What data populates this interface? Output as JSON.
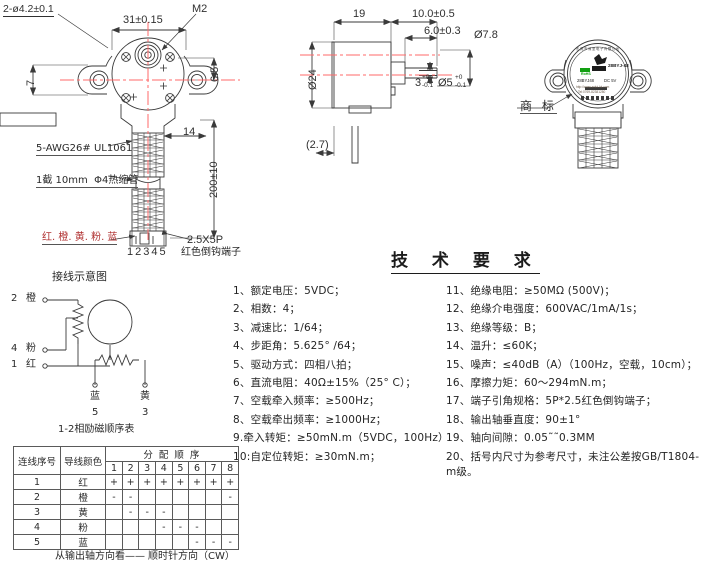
{
  "doc": {
    "kind": "mechanical-drawing",
    "subject": "28BYJ-48 stepper motor outline drawing"
  },
  "front_view": {
    "dim_holes": "2-ø4.2±0.1",
    "dim_m2": "M2",
    "dim_width": "31±0.15",
    "dim_left": "7",
    "dim_right": "6.5",
    "dim_connector_offset": "14",
    "dim_lead_length": "200±10",
    "note_wire": "5-AWG26# UL1061",
    "note_tube": "1截 10mm  Φ4热缩管",
    "note_colors": "红. 橙. 黄. 粉. 蓝",
    "note_terminal_size": "2.5X5P",
    "note_terminal_type": "红色倒钩端子",
    "pin_numbers": "12345"
  },
  "side_view": {
    "dim_body_depth": "19",
    "dim_shaft_total": "10.0±0.5",
    "dim_shaft_flat": "6.0±0.3",
    "dim_boss_dia": "Ø7.8",
    "dim_body_dia": "Ø24",
    "dim_shaft_flat_thk": "3",
    "dim_shaft_flat_tol_up": "+0",
    "dim_shaft_flat_tol_dn": "-0.1",
    "dim_shaft_dia": "Ø5",
    "dim_shaft_dia_tol_up": "+0",
    "dim_shaft_dia_tol_dn": "-0.1",
    "dim_foot": "(2.7)"
  },
  "rear_view": {
    "label_trademark": "商 标",
    "nameplate": {
      "arc_text": "东莞市深里电子有限公司",
      "model": "28BYJ48",
      "voltage": "DC 5V",
      "mark_right": "28BYJ-48",
      "rohs": "RoHS",
      "url": "http://www.xxlut-kk.com",
      "tel": "Tel:0769-82381280"
    }
  },
  "tech_req": {
    "title": "技 术 要 求",
    "items_left": [
      "1、额定电压：5VDC；",
      "2、相数：4；",
      "3、减速比：1/64；",
      "4、步距角：5.625° /64；",
      "5、驱动方式：四相八拍；",
      "6、直流电阻：40Ω±15%（25° C）；",
      "7、空载牵入频率：≥500Hz；",
      "8、空载牵出频率：≥1000Hz；",
      "9.牵入转矩：≥50mN.m（5VDC，100Hz）",
      "10:自定位转矩：≥30mN.m；"
    ],
    "items_right": [
      "11、绝缘电阻：≥50MΩ (500V)；",
      "12、绝缘介电强度：600VAC/1mA/1s；",
      "13、绝缘等级：B；",
      "14、温升：≤60K；",
      "15、噪声：≤40dB（A）（100Hz，空载，10cm）；",
      "16、摩擦力矩：60～294mN.m；",
      "17、端子引角规格：5P*2.5红色倒钩端子；",
      "18、输出轴垂直度：90±1°",
      "19、轴向间隙：0.05˜˜0.3MM",
      "20、括号内尺寸为参考尺寸，未注公差按GB/T1804-m级。"
    ]
  },
  "wiring": {
    "title": "接线示意图",
    "leads": [
      {
        "no": "2",
        "color": "橙"
      },
      {
        "no": "4",
        "color": "粉"
      },
      {
        "no": "1",
        "color": "红"
      }
    ],
    "bottom_leads": [
      {
        "color": "蓝",
        "no": "5"
      },
      {
        "color": "黄",
        "no": "3"
      }
    ]
  },
  "seq_table": {
    "caption": "1-2相励磁顺序表",
    "header_wire_no": "连线序号",
    "header_wire_color": "导线颜色",
    "header_sequence": "分 配 顺 序",
    "steps": [
      "1",
      "2",
      "3",
      "4",
      "5",
      "6",
      "7",
      "8"
    ],
    "rows": [
      {
        "no": "1",
        "color": "红",
        "cells": [
          "+",
          "+",
          "+",
          "+",
          "+",
          "+",
          "+",
          "+"
        ]
      },
      {
        "no": "2",
        "color": "橙",
        "cells": [
          "-",
          "-",
          "",
          "",
          "",
          "",
          "",
          "-"
        ]
      },
      {
        "no": "3",
        "color": "黄",
        "cells": [
          "",
          "-",
          "-",
          "-",
          "",
          "",
          "",
          ""
        ]
      },
      {
        "no": "4",
        "color": "粉",
        "cells": [
          "",
          "",
          "",
          "-",
          "-",
          "-",
          "",
          ""
        ]
      },
      {
        "no": "5",
        "color": "蓝",
        "cells": [
          "",
          "",
          "",
          "",
          "",
          "-",
          "-",
          "-"
        ]
      }
    ],
    "footnote_left": "从输出轴方向看——",
    "footnote_right": "顺时针方向（CW）"
  },
  "colors": {
    "line": "#3a3a3a",
    "centerline": "#ff6a6a",
    "text": "#2a2a2a",
    "green": "#12a012"
  }
}
